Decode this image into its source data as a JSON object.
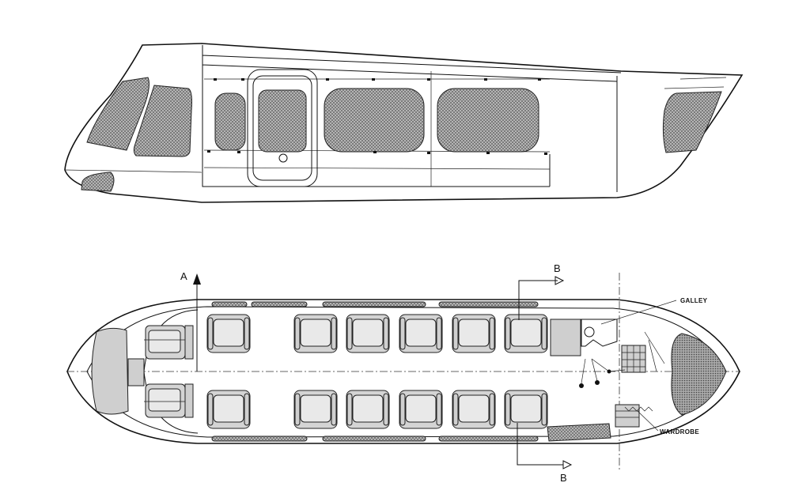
{
  "labels": {
    "section_a": "A",
    "section_b_top": "B",
    "section_b_bottom": "B",
    "galley": "GALLEY",
    "wardrobe": "WARDROBE"
  },
  "colors": {
    "line": "#111111",
    "panel_fill": "#cfcfcf",
    "window_hatch": "#555555",
    "background": "#ffffff"
  },
  "cabin": {
    "passenger_seats": 12,
    "seat_rows": 6,
    "seats_per_row": 2
  }
}
